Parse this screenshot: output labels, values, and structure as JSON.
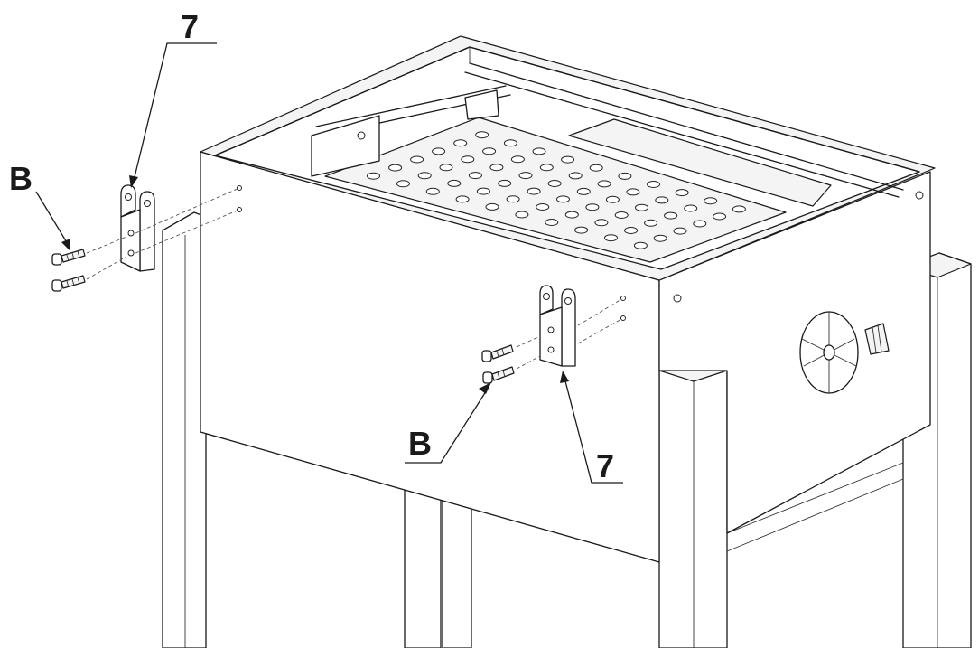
{
  "callouts": [
    {
      "id": "bracket-left",
      "text": "7"
    },
    {
      "id": "screws-left",
      "text": "B"
    },
    {
      "id": "screws-front",
      "text": "B"
    },
    {
      "id": "bracket-front",
      "text": "7"
    }
  ],
  "colors": {
    "line": "#1a1a1a",
    "background": "#ffffff"
  }
}
